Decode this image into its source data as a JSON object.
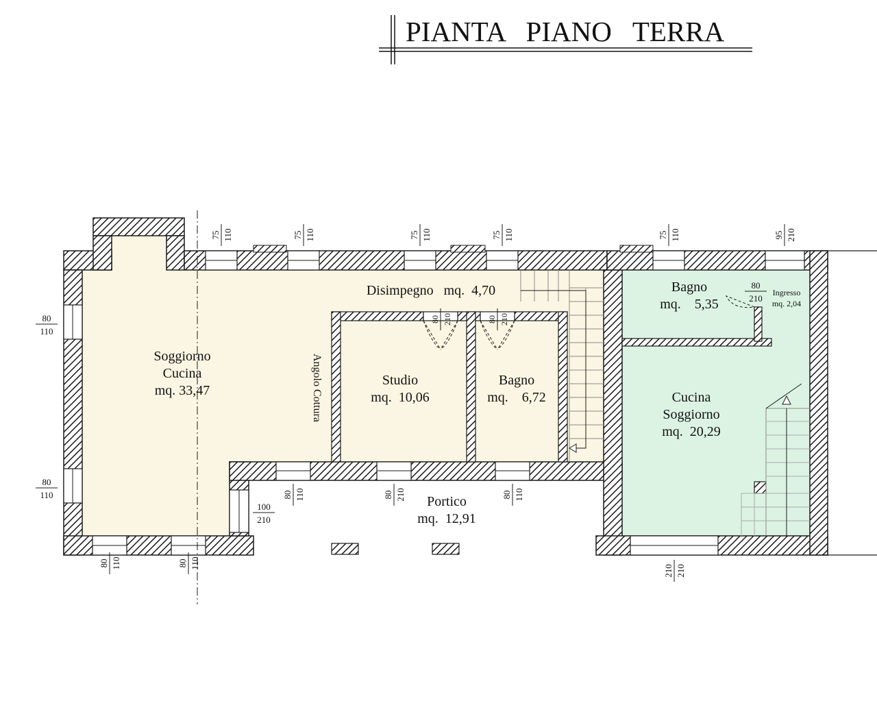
{
  "title": "PIANTA   PIANO   TERRA",
  "rooms": [
    {
      "id": "soggiorno-cucina-left",
      "lines": [
        "Soggiorno",
        "Cucina",
        "mq. 33,47"
      ]
    },
    {
      "id": "angolo-cottura",
      "lines": [
        "Angolo Cottura"
      ]
    },
    {
      "id": "disimpegno",
      "lines": [
        "Disimpegno   mq.  4,70"
      ]
    },
    {
      "id": "studio",
      "lines": [
        "Studio",
        "mq.  10,06"
      ]
    },
    {
      "id": "bagno-center",
      "lines": [
        "Bagno",
        "mq.    6,72"
      ]
    },
    {
      "id": "portico",
      "lines": [
        "Portico",
        "mq.  12,91"
      ]
    },
    {
      "id": "bagno-right",
      "lines": [
        "Bagno",
        "mq.    5,35"
      ]
    },
    {
      "id": "ingresso",
      "lines": [
        "Ingresso",
        "mq. 2,04"
      ]
    },
    {
      "id": "cucina-soggiorno-right",
      "lines": [
        "Cucina",
        "Soggiorno",
        "mq.  20,29"
      ]
    }
  ],
  "openings": [
    {
      "id": "top-window-1",
      "w": "75",
      "h": "110"
    },
    {
      "id": "top-window-2",
      "w": "75",
      "h": "110"
    },
    {
      "id": "top-window-3",
      "w": "75",
      "h": "110"
    },
    {
      "id": "top-window-4",
      "w": "75",
      "h": "110"
    },
    {
      "id": "top-window-5",
      "w": "75",
      "h": "110"
    },
    {
      "id": "top-door-6",
      "w": "95",
      "h": "210"
    },
    {
      "id": "left-window-1",
      "w": "80",
      "h": "110"
    },
    {
      "id": "left-window-2",
      "w": "80",
      "h": "110"
    },
    {
      "id": "bottom-window-1",
      "w": "80",
      "h": "110"
    },
    {
      "id": "bottom-window-2",
      "w": "80",
      "h": "110"
    },
    {
      "id": "portico-window-1",
      "w": "80",
      "h": "110"
    },
    {
      "id": "portico-door-2",
      "w": "80",
      "h": "210"
    },
    {
      "id": "portico-window-3",
      "w": "80",
      "h": "110"
    },
    {
      "id": "portico-side-door",
      "w": "100",
      "h": "210"
    },
    {
      "id": "studio-door",
      "w": "80",
      "h": "210"
    },
    {
      "id": "bagno-door",
      "w": "80",
      "h": "210"
    },
    {
      "id": "ingresso-door",
      "w": "80",
      "h": "210"
    },
    {
      "id": "right-bottom-door",
      "w": "210",
      "h": "210"
    }
  ],
  "colors": {
    "left_unit_fill": "#fbf6e3",
    "right_unit_fill": "#dcf3e4",
    "wall_hatch": "#1a1a1a",
    "line": "#1a1a1a"
  }
}
